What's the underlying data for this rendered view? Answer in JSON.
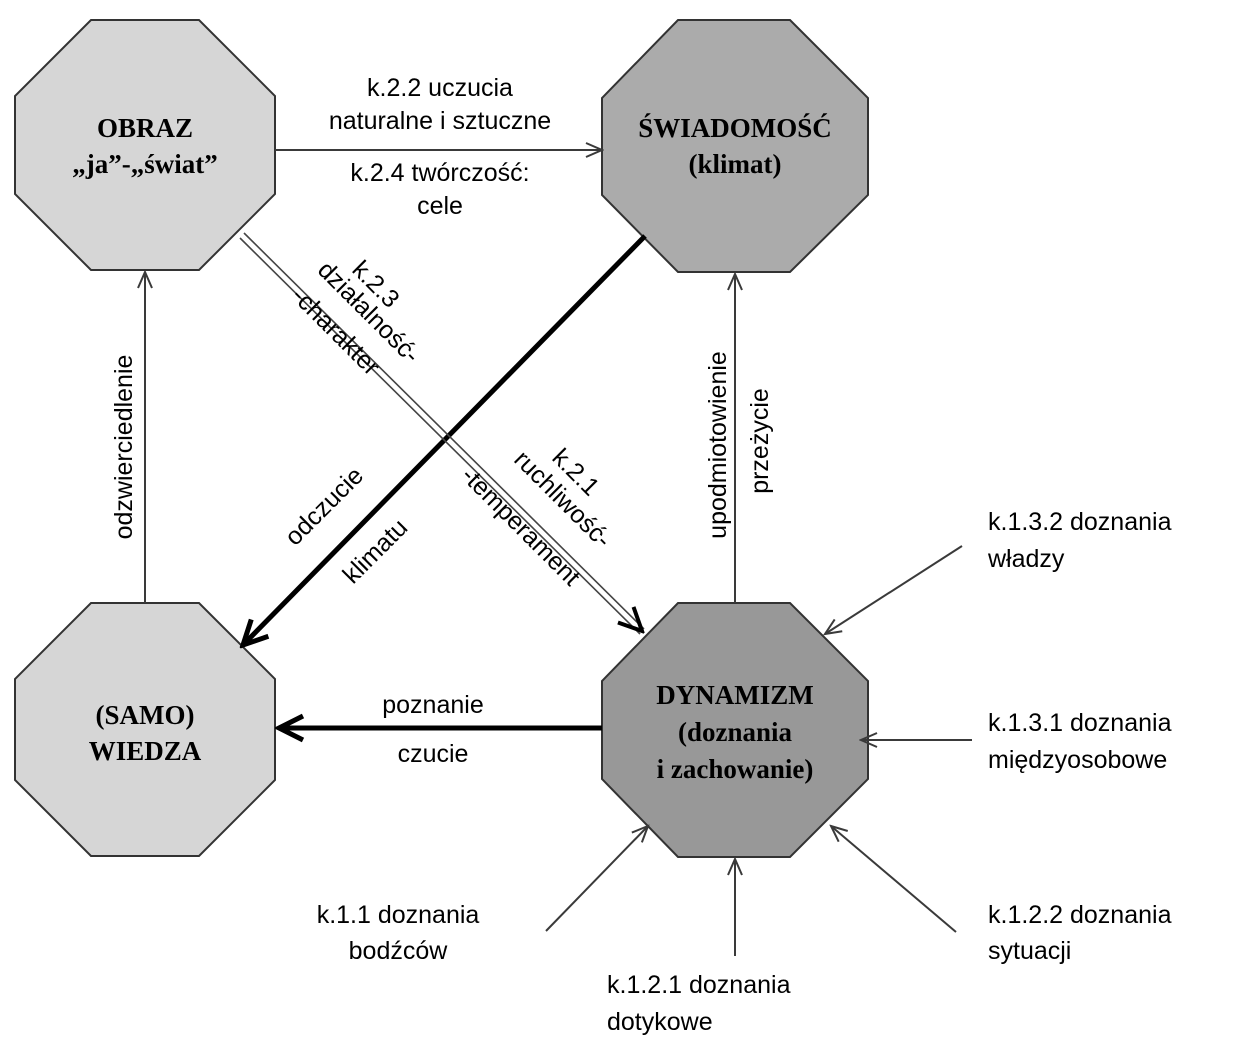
{
  "nodes": {
    "obraz": {
      "line1": "OBRAZ",
      "line2": "„ja”-„świat”",
      "fill": "#d6d6d6"
    },
    "swiadomosc": {
      "line1": "ŚWIADOMOŚĆ",
      "line2": "(klimat)",
      "fill": "#ababab"
    },
    "samowiedza": {
      "line1": "(SAMO)",
      "line2": "WIEDZA",
      "fill": "#d6d6d6"
    },
    "dynamizm": {
      "line1": "DYNAMIZM",
      "line2": "(doznania",
      "line3": "i zachowanie)",
      "fill": "#989898"
    }
  },
  "edges": {
    "top_above1": "k.2.2 uczucia",
    "top_above2": "naturalne i sztuczne",
    "top_below1": "k.2.4 twórczość:",
    "top_below2": "cele",
    "left": "odzwierciedlenie",
    "right1": "upodmiotowienie",
    "right2": "przeżycie",
    "bottom_above": "poznanie",
    "bottom_below": "czucie",
    "k23_1": "k.2.3",
    "k23_2": "działalność-",
    "k23_3": "-charakter",
    "k21_1": "k.2.1",
    "k21_2": "ruchliwość-",
    "k21_3": "-temperament",
    "klimat1": "odczucie",
    "klimat2": "klimatu"
  },
  "inputs": {
    "k132_1": "k.1.3.2 doznania",
    "k132_2": "władzy",
    "k131_1": "k.1.3.1 doznania",
    "k131_2": "międzyosobowe",
    "k11_1": "k.1.1 doznania",
    "k11_2": "bodźców",
    "k121_1": "k.1.2.1 doznania",
    "k121_2": "dotykowe",
    "k122_1": "k.1.2.2 doznania",
    "k122_2": "sytuacji"
  }
}
